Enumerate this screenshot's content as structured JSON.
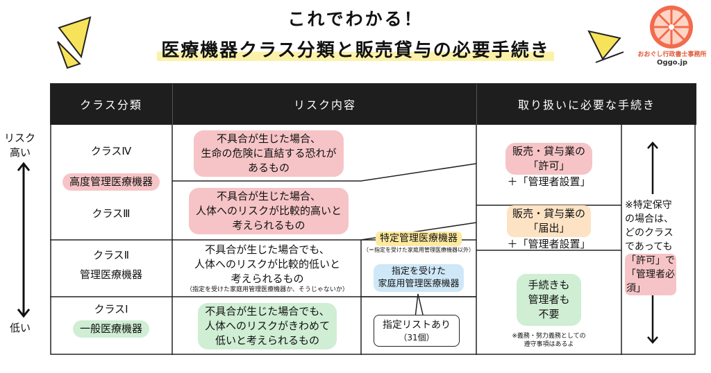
{
  "header": {
    "title_line1": "これでわかる！",
    "title_line2": "医療機器クラス分類と販売貸与の必要手続き",
    "logo_name": "おおぐし行政書士事務所",
    "logo_site": "Oggo.jp"
  },
  "axis": {
    "top_label_1": "リスク",
    "top_label_2": "高い",
    "bottom_label": "低い"
  },
  "table": {
    "col_class": "クラス分類",
    "col_risk": "リスク内容",
    "col_proc": "取り扱いに必要な手続き",
    "class4": "クラスⅣ",
    "advanced": "高度管理医療機器",
    "class3": "クラスⅢ",
    "class2": "クラスⅡ",
    "controlled": "管理医療機器",
    "class1": "クラスⅠ",
    "general": "一般医療機器",
    "risk4_1": "不具合が生じた場合、",
    "risk4_2": "生命の危険に直結する恐れが",
    "risk4_3": "あるもの",
    "risk3_1": "不具合が生じた場合、",
    "risk3_2": "人体へのリスクが比較的高いと",
    "risk3_3": "考えられるもの",
    "risk2_1": "不具合が生じた場合でも、",
    "risk2_2": "人体へのリスクが比較的低いと",
    "risk2_3": "考えられるもの",
    "risk2_note": "（指定を受けた家庭用管理医療機器か、そうじゃないか）",
    "risk1_1": "不具合が生じた場合でも、",
    "risk1_2": "人体へのリスクがきわめて",
    "risk1_3": "低いと考えられるもの",
    "special": "特定管理医療機器",
    "special_note": "（＝指定を受けた家庭用管理医療機器以外）",
    "designated_1": "指定を受けた",
    "designated_2": "家庭用管理医療機器",
    "bubble_1": "指定リストあり",
    "bubble_2": "（31個）",
    "proc_a_1": "販売・貸与業の",
    "proc_a_2": "「許可」",
    "proc_a_3": "＋「管理者設置」",
    "proc_b_1": "販売・貸与業の",
    "proc_b_2": "「届出」",
    "proc_b_3": "＋「管理者設置」",
    "proc_c_1": "手続きも",
    "proc_c_2": "管理者も",
    "proc_c_3": "不要",
    "proc_c_note_1": "※義務・努力義務としての",
    "proc_c_note_2": "遵守事項はあるよ",
    "note_1": "※特定保守",
    "note_2": "の場合は、",
    "note_3": "どのクラス",
    "note_4": "であっても",
    "note_5": "「許可」で",
    "note_6": "「管理者必",
    "note_7": "須」"
  }
}
